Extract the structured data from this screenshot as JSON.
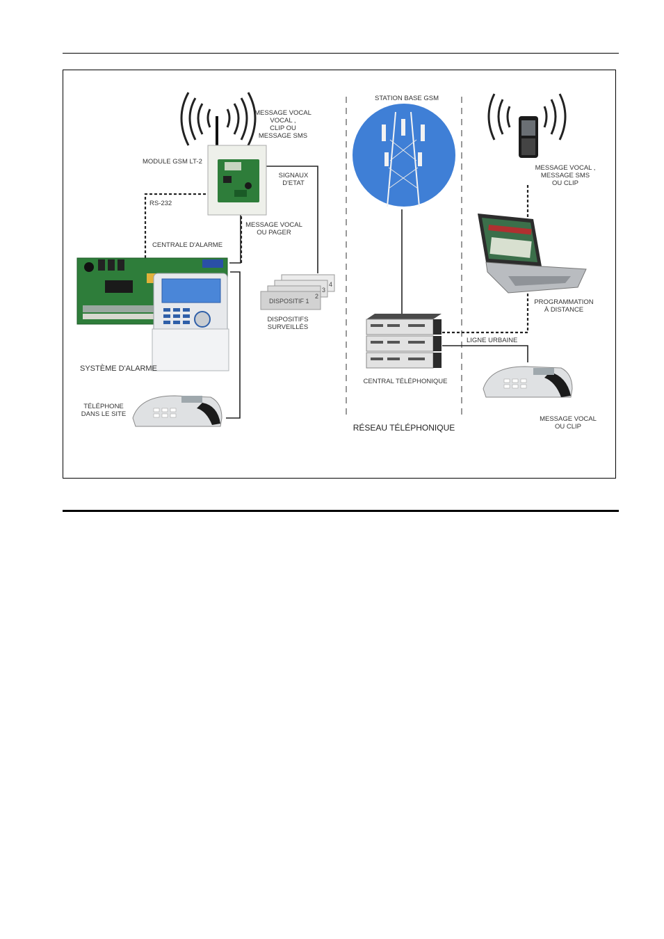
{
  "diagram": {
    "labels": {
      "msg_vocal_top": [
        "MESSAGE VOCAL",
        "VOCAL ,",
        "CLIP   OU",
        "MESSAGE SMS"
      ],
      "module_gsm": "MODULE GSM LT-2",
      "rs232": "RS-232",
      "signaux": [
        "SIGNAUX",
        "D'ETAT"
      ],
      "msg_pager": [
        "MESSAGE VOCAL",
        "OU PAGER"
      ],
      "centrale": "CENTRALE D'ALARME",
      "systeme": "SYSTÈME D'ALARME",
      "telephone_site": [
        "TÉLÉPHONE",
        "DANS LE SITE"
      ],
      "dispositifs": [
        "DISPOSITIFS",
        "SURVEILLÉS"
      ],
      "dispositif_1": "DISPOSITIF 1",
      "dispositif_nums": [
        "2",
        "3",
        "4"
      ],
      "station_base": "STATION BASE GSM",
      "central_tel": "CENTRAL TÉLÉPHONIQUE",
      "reseau": "RÉSEAU TÉLÉPHONIQUE",
      "msg_sms_clip": [
        "MESSAGE VOCAL ,",
        "MESSAGE SMS",
        "OU CLIP"
      ],
      "programmation": [
        "PROGRAMMATION",
        "À DISTANCE"
      ],
      "ligne_urbaine": "LIGNE URBAINE",
      "msg_clip_bottom": [
        "MESSAGE VOCAL",
        "OU  CLIP"
      ]
    },
    "colors": {
      "globe": "#3f7fd6",
      "pcb": "#2e7d3a",
      "lcd": "#4a86d8"
    }
  }
}
